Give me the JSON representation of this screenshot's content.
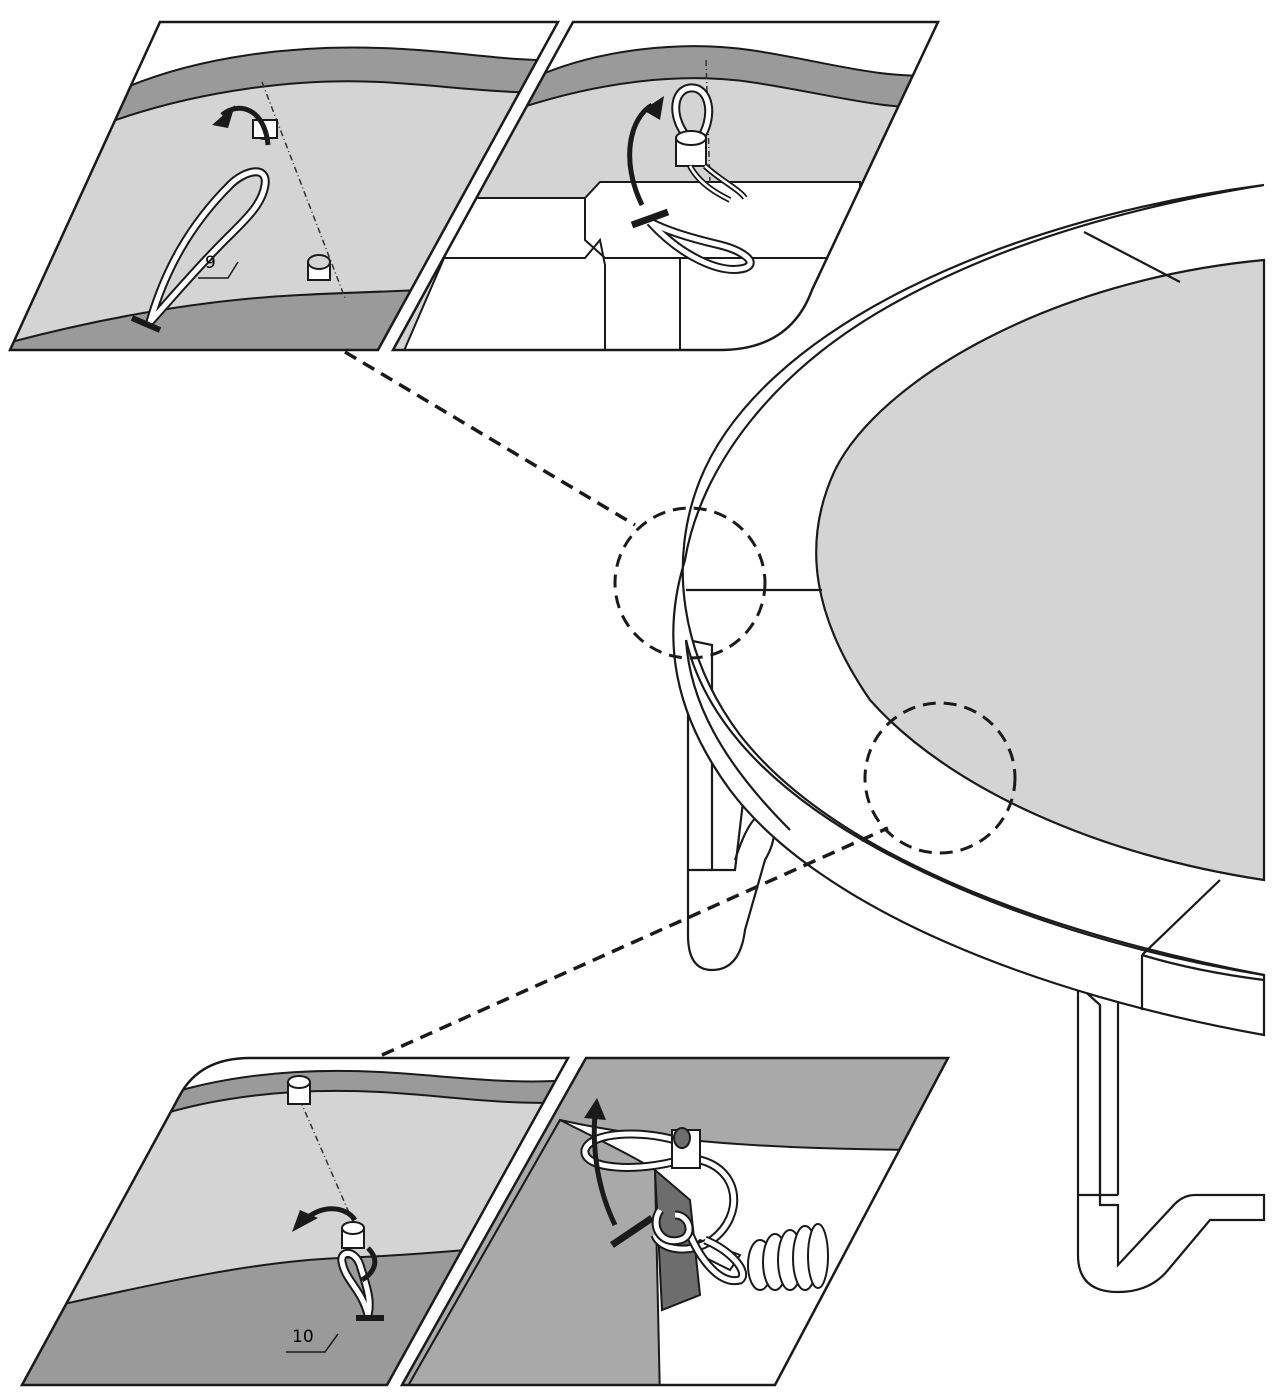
{
  "diagram": {
    "callouts": [
      {
        "id": "9",
        "label": "9"
      },
      {
        "id": "10",
        "label": "10"
      }
    ],
    "colors": {
      "mat": "#d4d4d4",
      "pad_edge": "#9a9a9a",
      "dark_panel": "#a9a9a9",
      "frame_shadow": "#6d6d6d",
      "line": "#1a1a1a",
      "background": "#ffffff"
    }
  }
}
